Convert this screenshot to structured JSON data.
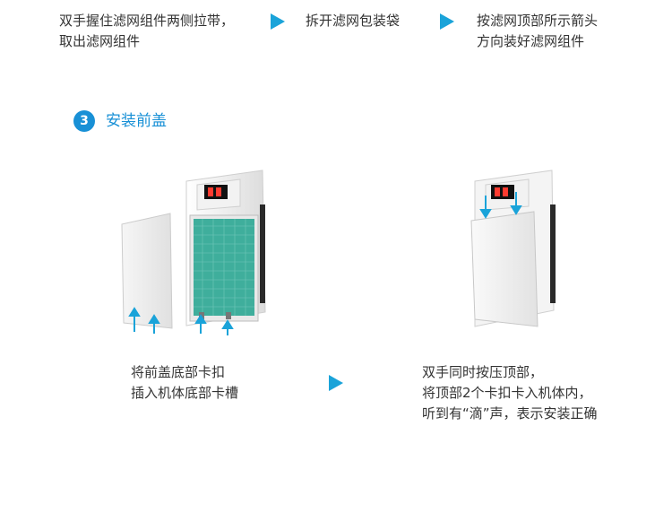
{
  "top_steps": [
    {
      "lines": [
        "双手握住滤网组件两侧拉带，",
        "取出滤网组件"
      ]
    },
    {
      "lines": [
        "拆开滤网包装袋"
      ]
    },
    {
      "lines": [
        "按滤网顶部所示箭头",
        "方向装好滤网组件"
      ]
    }
  ],
  "section": {
    "number": "3",
    "title": "安装前盖"
  },
  "captions": {
    "left": [
      "将前盖底部卡扣",
      "插入机体底部卡槽"
    ],
    "right": [
      "双手同时按压顶部，",
      "将顶部2个卡扣卡入机体内，",
      "听到有“滴”声，表示安装正确"
    ]
  },
  "colors": {
    "accent": "#1890d6",
    "arrow": "#1aa3d9",
    "filter": "#3fae9c",
    "display": "#ff3b30"
  },
  "icons": [
    "step-arrow-icon",
    "up-arrow-icon",
    "down-arrow-icon"
  ]
}
